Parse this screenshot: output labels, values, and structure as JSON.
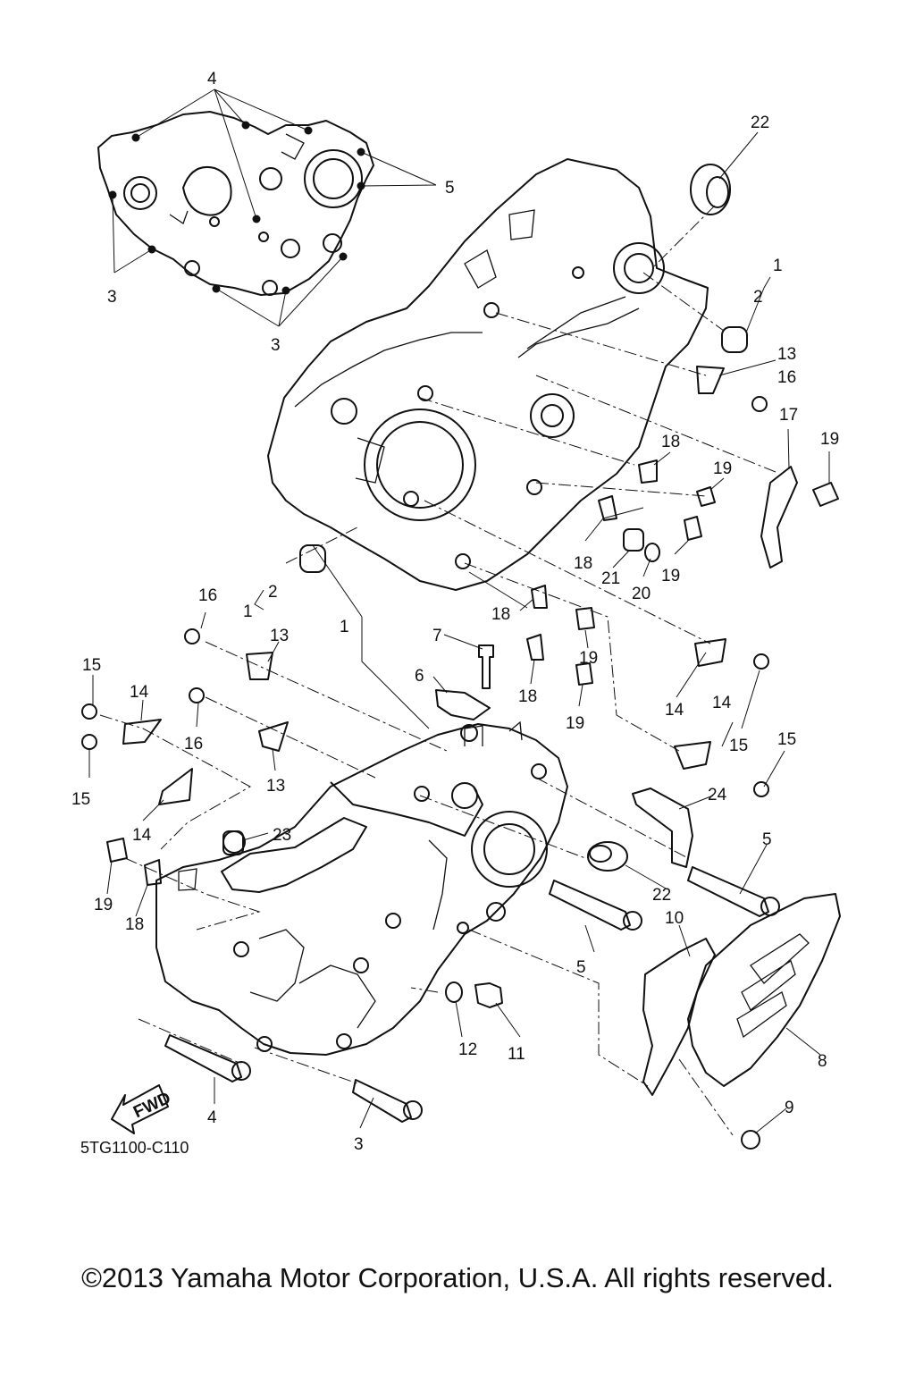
{
  "diagram": {
    "part_code": "5TG1100-C110",
    "fwd_label": "FWD",
    "callouts": {
      "c1a": "1",
      "c1b": "1",
      "c1c": "1",
      "c2a": "2",
      "c2b": "2",
      "c3a": "3",
      "c3b": "3",
      "c3c": "3",
      "c4a": "4",
      "c4b": "4",
      "c5a": "5",
      "c5b": "5",
      "c5c": "5",
      "c6": "6",
      "c7": "7",
      "c8": "8",
      "c9": "9",
      "c10": "10",
      "c11": "11",
      "c12": "12",
      "c13a": "13",
      "c13b": "13",
      "c13c": "13",
      "c14a": "14",
      "c14b": "14",
      "c14c": "14",
      "c14d": "14",
      "c15a": "15",
      "c15b": "15",
      "c15c": "15",
      "c15d": "15",
      "c16a": "16",
      "c16b": "16",
      "c16c": "16",
      "c17": "17",
      "c18a": "18",
      "c18b": "18",
      "c18c": "18",
      "c18d": "18",
      "c18e": "18",
      "c19a": "19",
      "c19b": "19",
      "c19c": "19",
      "c19d": "19",
      "c19e": "19",
      "c19f": "19",
      "c20": "20",
      "c21": "21",
      "c22a": "22",
      "c22b": "22",
      "c23": "23",
      "c24": "24"
    }
  },
  "footer": {
    "copyright": "©2013 Yamaha Motor Corporation, U.S.A. All rights reserved."
  }
}
